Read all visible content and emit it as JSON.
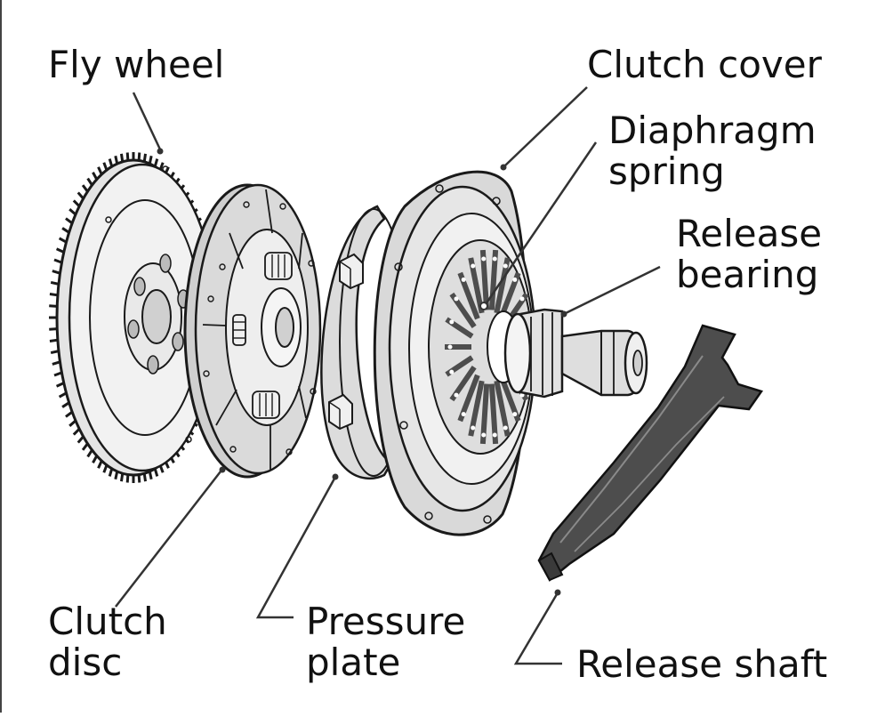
{
  "colors": {
    "stroke": "#1a1a1a",
    "part_fill": "#d6d6d6",
    "part_fill_light": "#ececec",
    "part_fill_dark": "#4d4d4d",
    "friction_fill": "#c4c4c4",
    "leader": "#333333"
  },
  "labels": {
    "flywheel": "Fly wheel",
    "clutch_cover": "Clutch cover",
    "diaphragm_spring": [
      "Diaphragm",
      "spring"
    ],
    "release_bearing": [
      "Release",
      "bearing"
    ],
    "clutch_disc": [
      "Clutch",
      "disc"
    ],
    "pressure_plate": [
      "Pressure",
      "plate"
    ],
    "release_shaft": "Release shaft"
  }
}
